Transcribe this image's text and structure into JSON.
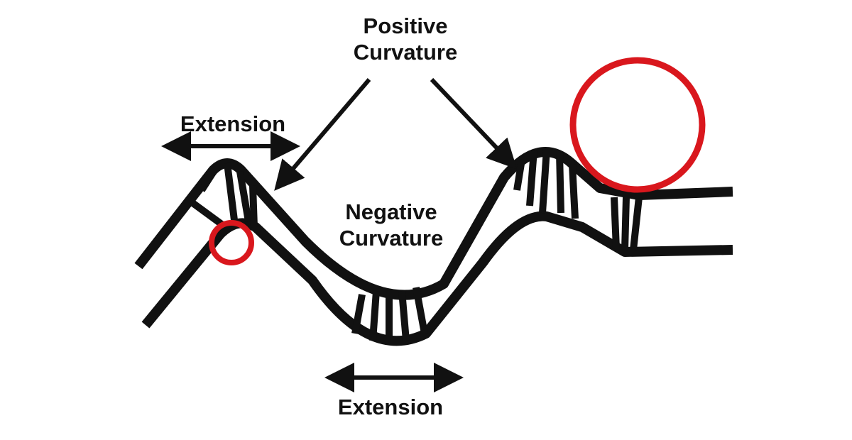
{
  "labels": {
    "positive_line1": "Positive",
    "positive_line2": "Curvature",
    "negative_line1": "Negative",
    "negative_line2": "Curvature",
    "extension_top": "Extension",
    "extension_bottom": "Extension"
  },
  "colors": {
    "ink": "#111111",
    "highlight_circle": "#d9171d",
    "background": "#ffffff"
  }
}
